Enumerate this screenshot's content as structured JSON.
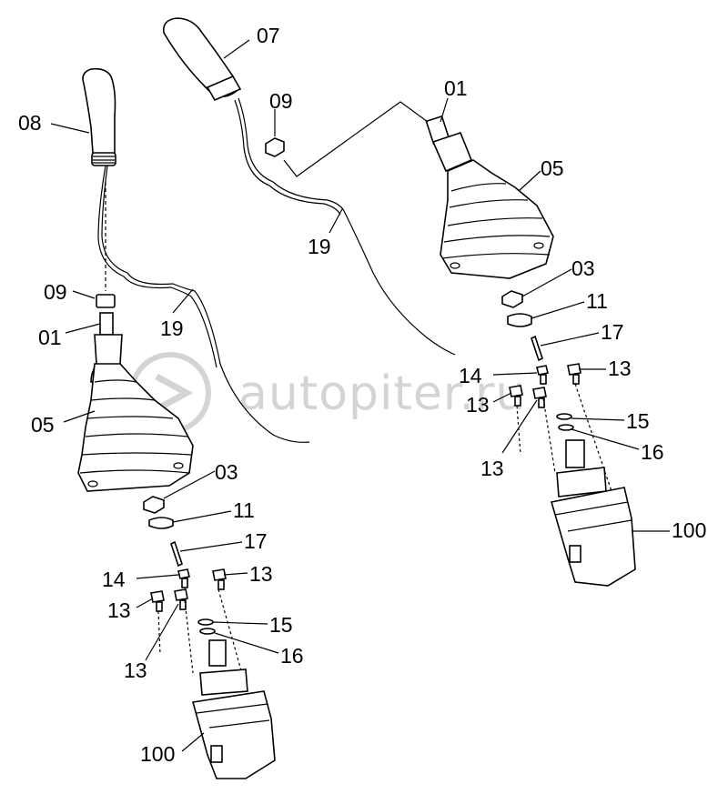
{
  "watermark": "autopiter.ru",
  "labels": {
    "l07": "07",
    "l08": "08",
    "l09a": "09",
    "l09b": "09",
    "l01a": "01",
    "l01b": "01",
    "l19a": "19",
    "l19b": "19",
    "l05a": "05",
    "l05b": "05",
    "l03a": "03",
    "l03b": "03",
    "l11a": "11",
    "l11b": "11",
    "l17a": "17",
    "l17b": "17",
    "l14a": "14",
    "l14b": "14",
    "l13a": "13",
    "l13b": "13",
    "l13c": "13",
    "l13d": "13",
    "l13e": "13",
    "l13f": "13",
    "l15a": "15",
    "l15b": "15",
    "l16a": "16",
    "l16b": "16",
    "l100a": "100",
    "l100b": "100"
  }
}
